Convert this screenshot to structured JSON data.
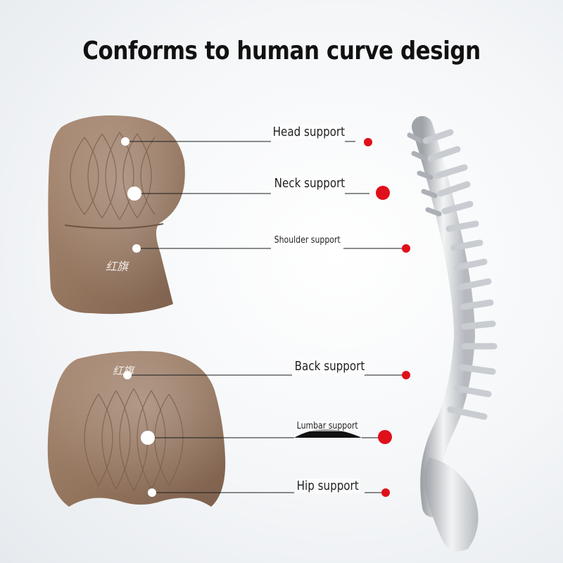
{
  "title": "Conforms to human curve design",
  "labels": {
    "head": "Head support",
    "neck": "Neck support",
    "shoulder": "Shoulder support",
    "back": "Back support",
    "lumbar": "Lumbar support",
    "hip": "Hip support"
  },
  "brand_mark": "红旗",
  "colors": {
    "leather": "#9a7b66",
    "leather_dark": "#7a5e4c",
    "marker_red": "#e0101a",
    "vertebra": "#d9dcdf",
    "disc": "#9c3a22"
  }
}
